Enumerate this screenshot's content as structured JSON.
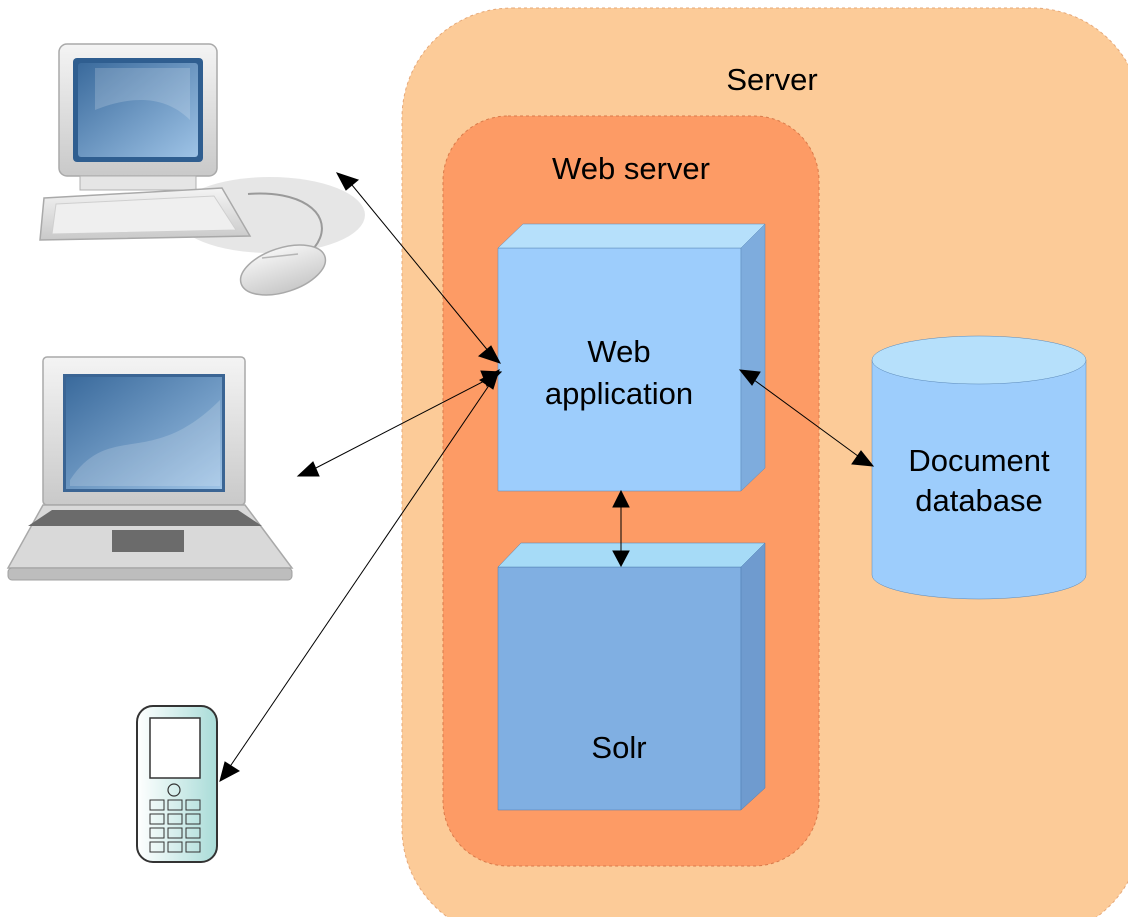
{
  "server": {
    "label": "Server"
  },
  "web_server": {
    "label": "Web server"
  },
  "web_application": {
    "line1": "Web",
    "line2": "application"
  },
  "solr": {
    "label": "Solr"
  },
  "document_database": {
    "line1": "Document",
    "line2": "database"
  },
  "colors": {
    "server_fill": "#fccb98",
    "web_server_fill": "#fd9b65",
    "web_app_face": "#9dcdfc",
    "web_app_top": "#b6e0fb",
    "web_app_side": "#7eacdd",
    "solr_face": "#80afe2",
    "solr_top": "#a6dbf7",
    "solr_side": "#6f9bcf",
    "db_body": "#9dcdfc",
    "db_top": "#b6e0fb"
  },
  "icons": [
    "desktop-computer-icon",
    "laptop-icon",
    "mobile-phone-icon"
  ]
}
